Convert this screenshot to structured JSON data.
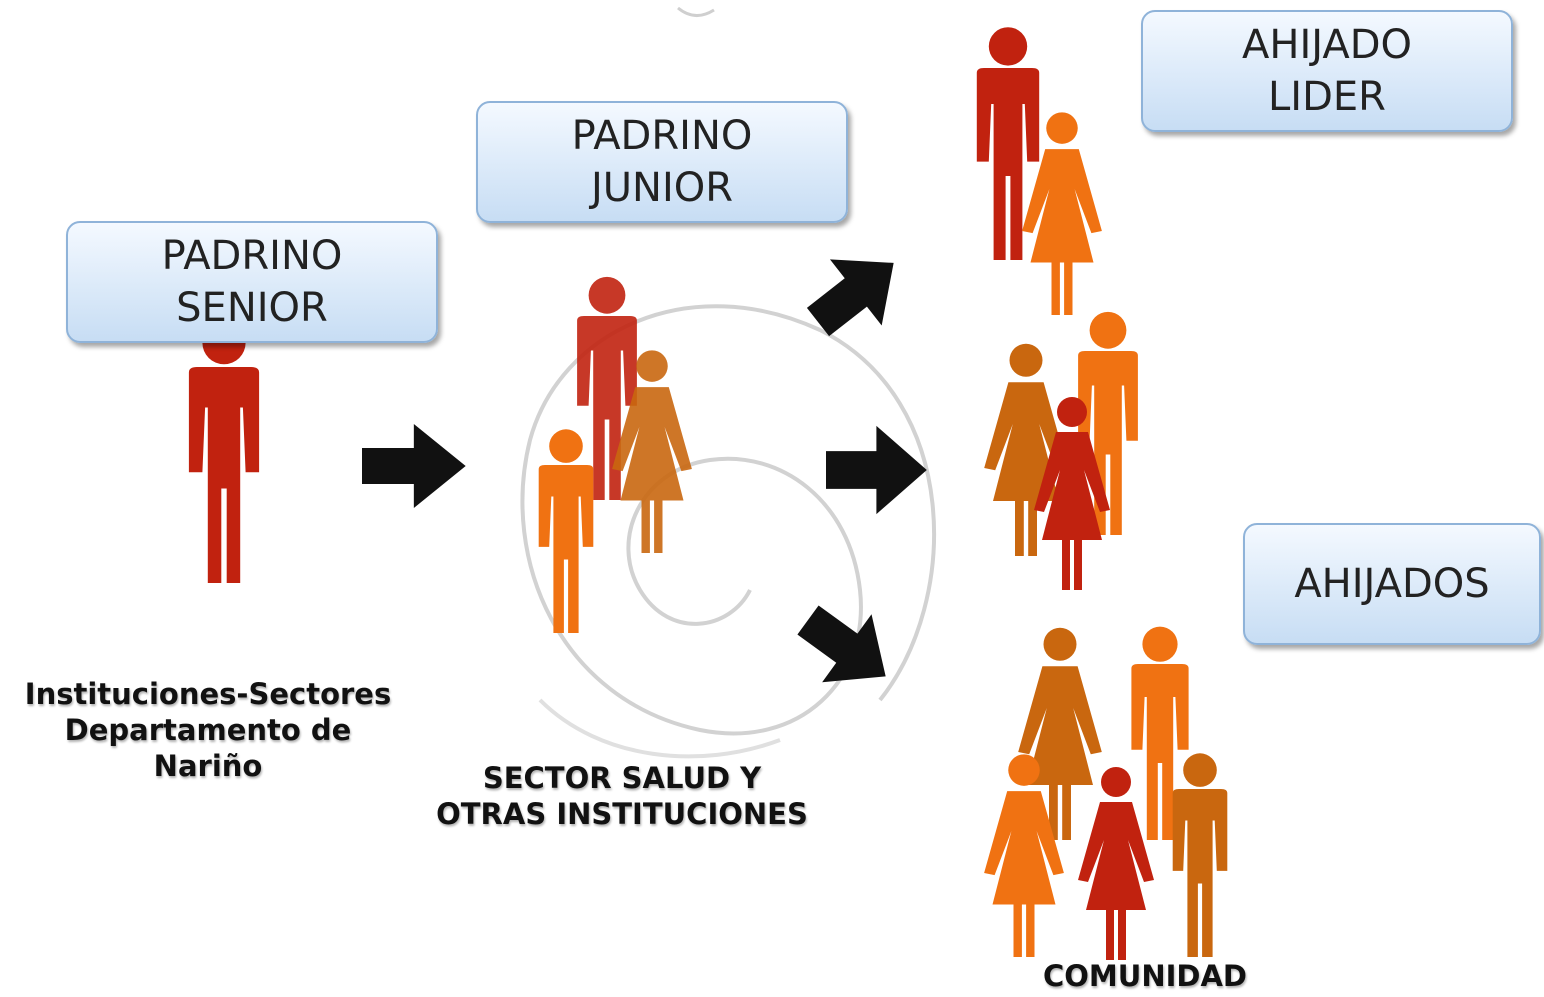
{
  "boxes": {
    "padrino_senior": {
      "line1": "PADRINO",
      "line2": "SENIOR"
    },
    "padrino_junior": {
      "line1": "PADRINO",
      "line2": "JUNIOR"
    },
    "ahijado_lider": {
      "line1": "AHIJADO",
      "line2": "LIDER"
    },
    "ahijados": {
      "line1": "AHIJADOS"
    }
  },
  "captions": {
    "instituciones": {
      "line1": "Instituciones-Sectores",
      "line2": "Departamento de",
      "line3": "Nariño"
    },
    "sector_salud": {
      "line1": "SECTOR SALUD Y",
      "line2": "OTRAS INSTITUCIONES"
    },
    "comunidad": "COMUNIDAD"
  },
  "colors": {
    "dark_red": "#c1220f",
    "orange": "#f07212",
    "brown_orange": "#c9670f",
    "arrow": "#111111",
    "box_border": "#8fb3d9"
  }
}
